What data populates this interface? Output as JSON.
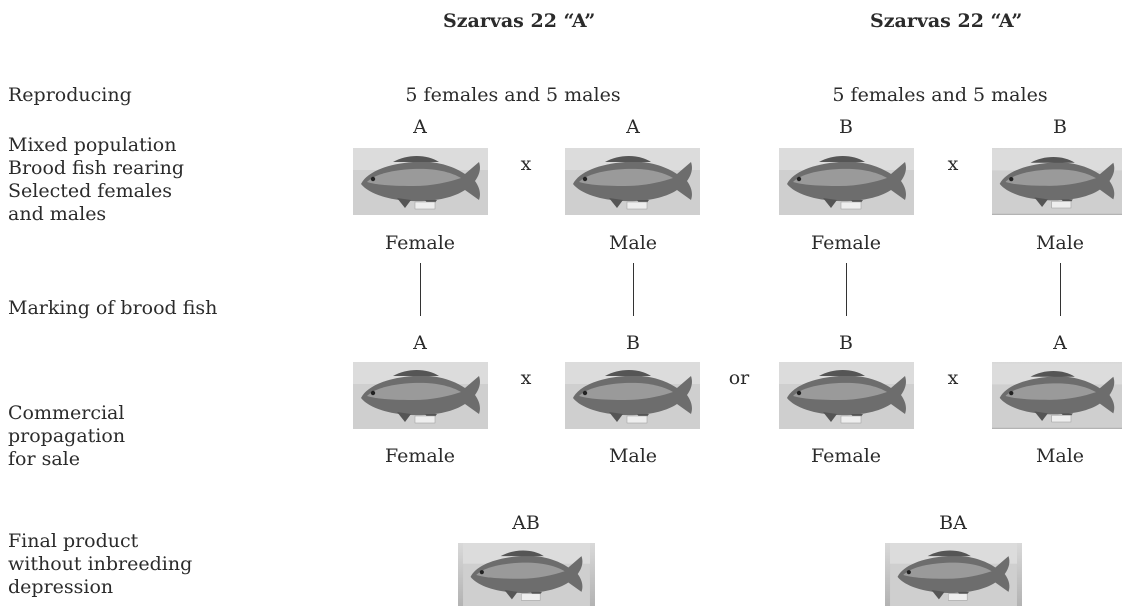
{
  "headers": [
    "Szarvas 22 “A”",
    "Szarvas 22 “A”"
  ],
  "row_labels": {
    "reproducing": "Reproducing",
    "mixed": [
      "Mixed population",
      "Brood fish rearing",
      "Selected females",
      "and males"
    ],
    "marking": "Marking of brood fish",
    "commercial": [
      "Commercial",
      "propagation",
      "for sale"
    ],
    "final": [
      "Final product",
      "without inbreeding",
      "depression"
    ]
  },
  "reproducing_text": [
    "5 females and 5 males",
    "5 females and 5 males"
  ],
  "brood_row": {
    "line_letters": [
      "A",
      "A",
      "B",
      "B"
    ],
    "sexes": [
      "Female",
      "Male",
      "Female",
      "Male"
    ],
    "cross_symbol": "x"
  },
  "commercial_row": {
    "line_letters": [
      "A",
      "B",
      "B",
      "A"
    ],
    "sexes": [
      "Female",
      "Male",
      "Female",
      "Male"
    ],
    "cross_symbol": "x",
    "or_text": "or"
  },
  "final_row": {
    "products": [
      "AB",
      "BA"
    ]
  },
  "icons": {
    "fish": "carp-fish-photo-icon"
  }
}
